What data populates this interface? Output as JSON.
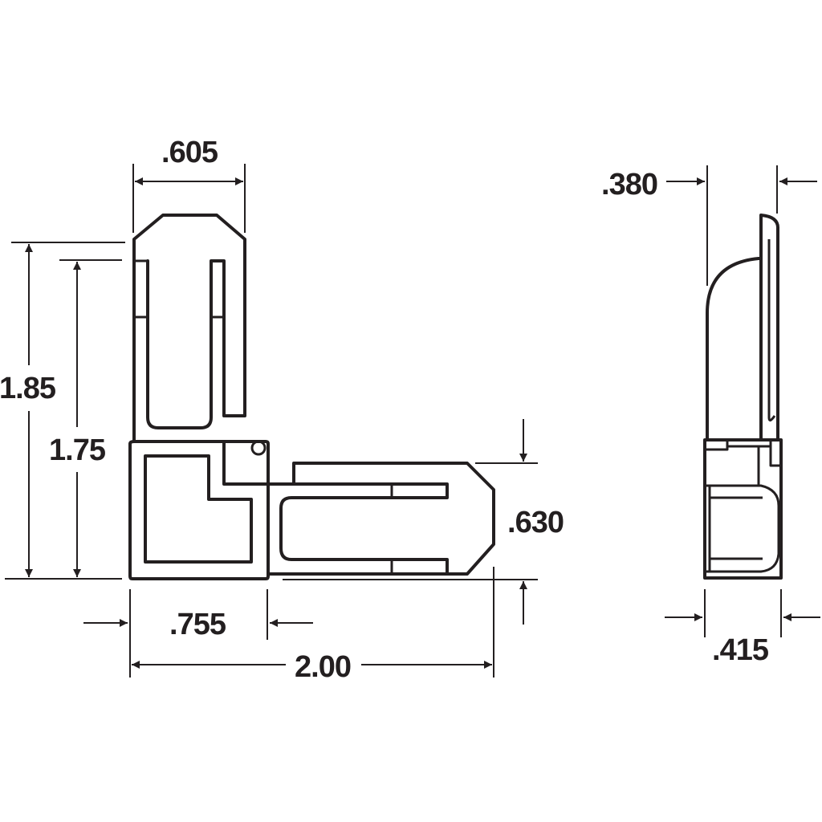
{
  "dimensions": {
    "top_width": ".605",
    "overall_height": "1.85",
    "inner_height": "1.75",
    "corner_width": ".755",
    "overall_width": "2.00",
    "arm_height": ".630",
    "side_depth_top": ".380",
    "side_depth_bottom": ".415"
  },
  "colors": {
    "line": "#231f20",
    "background": "#ffffff"
  }
}
